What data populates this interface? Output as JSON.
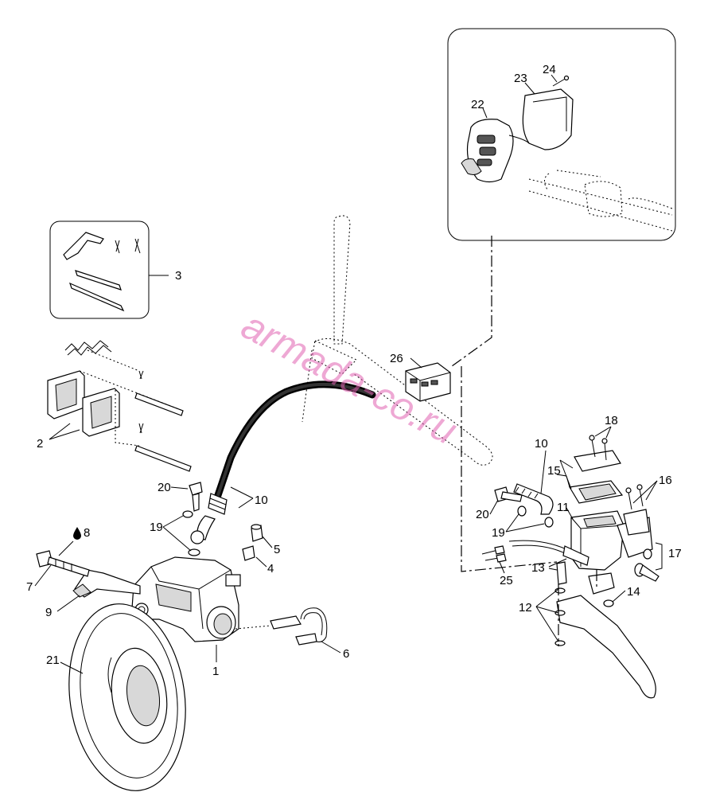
{
  "watermark": "armada-co.ru",
  "callouts": [
    "1",
    "2",
    "3",
    "4",
    "5",
    "6",
    "7",
    "8",
    "9",
    "10",
    "10",
    "11",
    "12",
    "13",
    "14",
    "15",
    "16",
    "17",
    "18",
    "19",
    "19",
    "20",
    "20",
    "21",
    "22",
    "23",
    "24",
    "25",
    "26"
  ],
  "colors": {
    "watermark": "#e060b0",
    "line": "#000000",
    "background": "#ffffff"
  },
  "icons": {
    "oil_drop": "drop-icon"
  }
}
